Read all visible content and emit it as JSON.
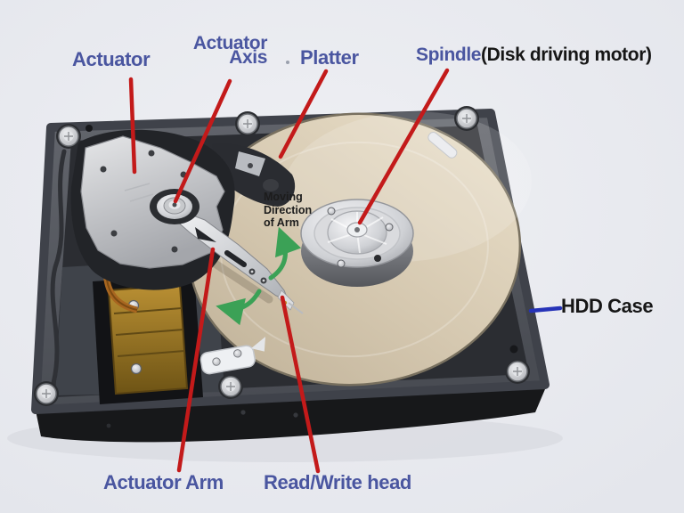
{
  "diagram": {
    "subject": "Hard disk drive internal components",
    "labels": {
      "actuator": "Actuator",
      "actuator_axis": {
        "line1": "Actuator",
        "line2": "Axis"
      },
      "platter": "Platter",
      "spindle": "Spindle",
      "spindle_note": "(Disk driving motor)",
      "hdd_case": "HDD Case",
      "actuator_arm": "Actuator Arm",
      "read_write_head": "Read/Write head"
    },
    "annotation": {
      "moving_direction": {
        "line1": "Moving",
        "line2": "Direction",
        "line3": "of Arm"
      }
    },
    "colors": {
      "background": "#e9eaee",
      "label_blue": "#4a56a0",
      "callout_red": "#c31a1a",
      "callout_blue": "#2633b8",
      "arrow_green": "#3ba156",
      "text_black": "#161616",
      "platter_beige": "#d6c9b1",
      "case_gray": "#565a61"
    }
  }
}
